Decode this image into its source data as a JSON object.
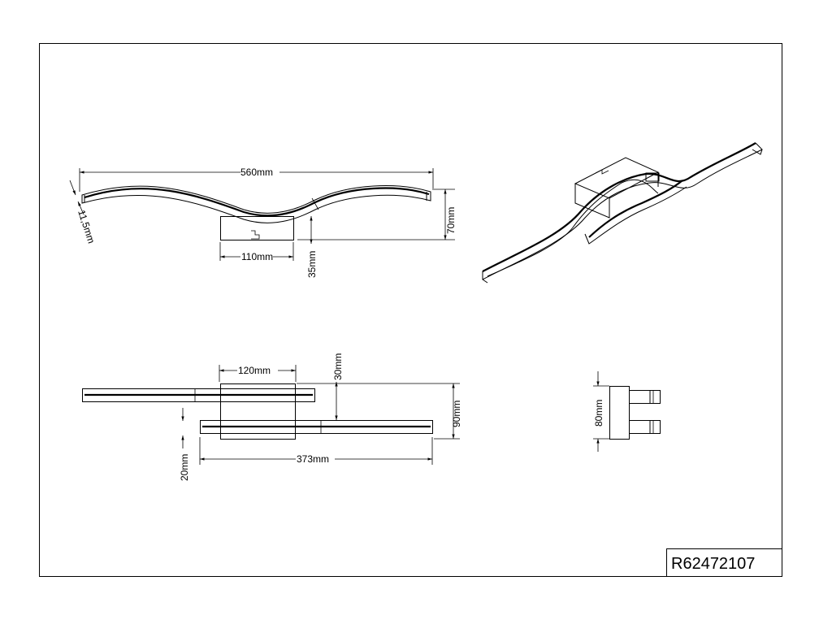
{
  "sheet": {
    "code": "R62472107"
  },
  "side_view": {
    "length": "560mm",
    "thickness": "11,5mm",
    "height": "70mm",
    "base_width": "110mm",
    "base_height": "35mm"
  },
  "top_view": {
    "base_width": "120mm",
    "offset_top": "30mm",
    "depth": "90mm",
    "offset_bottom": "20mm",
    "bar_length": "373mm"
  },
  "end_view": {
    "width": "80mm"
  }
}
